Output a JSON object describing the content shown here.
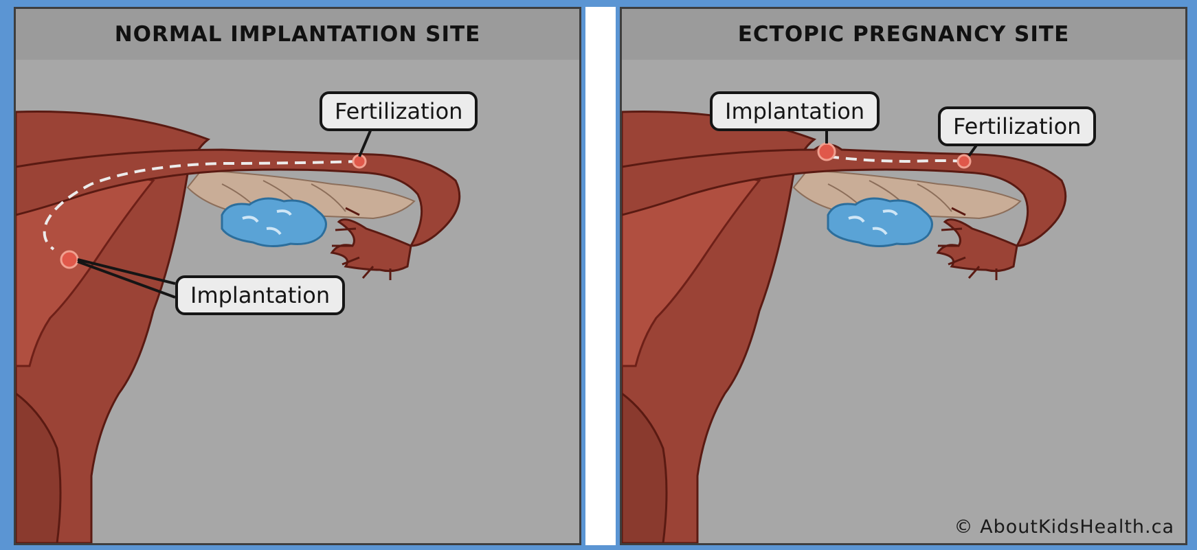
{
  "colors": {
    "frame": "#5b95d3",
    "panel_bg": "#a7a7a7",
    "header_bg": "#9b9b9b",
    "tissue": "#9b4336",
    "tissue_dark": "#6e2018",
    "ovary": "#5aa3d6",
    "ligament": "#c9ad97",
    "path": "#ececec"
  },
  "left_panel": {
    "title": "NORMAL IMPLANTATION SITE",
    "fertilization_label": "Fertilization",
    "implantation_label": "Implantation"
  },
  "right_panel": {
    "title": "ECTOPIC PREGNANCY SITE",
    "implantation_label": "Implantation",
    "fertilization_label": "Fertilization",
    "credit": "© AboutKidsHealth.ca"
  }
}
